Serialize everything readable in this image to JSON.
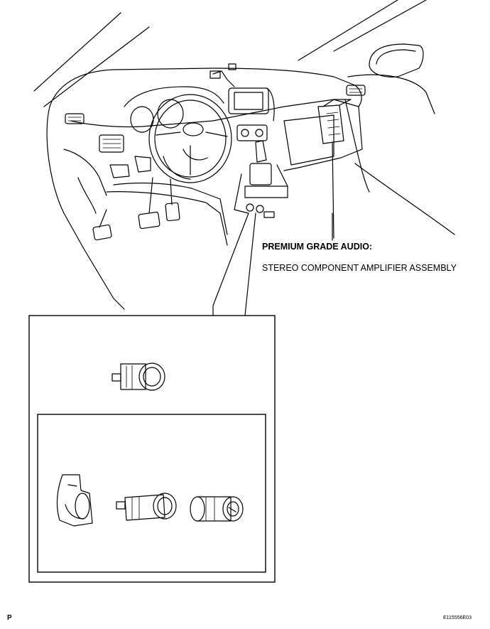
{
  "labels": {
    "heading": "PREMIUM GRADE AUDIO:",
    "component": "STEREO COMPONENT AMPLIFIER ASSEMBLY"
  },
  "footer": {
    "corner_letter": "P",
    "figure_code": "E115556E03"
  }
}
